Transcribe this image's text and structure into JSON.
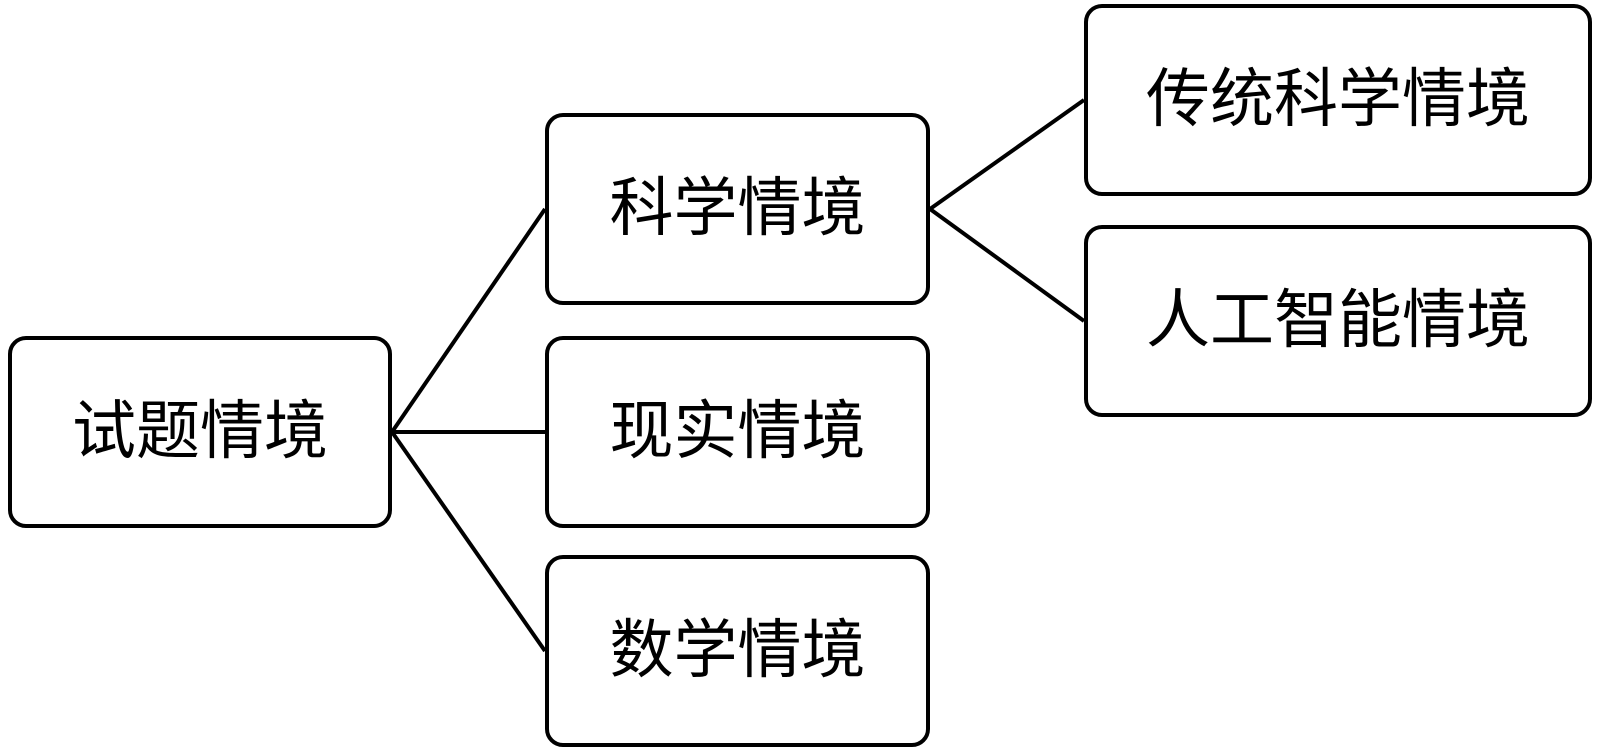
{
  "diagram": {
    "root": {
      "label": "试题情境"
    },
    "level1": [
      {
        "label": "科学情境"
      },
      {
        "label": "现实情境"
      },
      {
        "label": "数学情境"
      }
    ],
    "level2": [
      {
        "label": "传统科学情境"
      },
      {
        "label": "人工智能情境"
      }
    ],
    "edges": [
      {
        "from": "试题情境",
        "to": "科学情境"
      },
      {
        "from": "试题情境",
        "to": "现实情境"
      },
      {
        "from": "试题情境",
        "to": "数学情境"
      },
      {
        "from": "科学情境",
        "to": "传统科学情境"
      },
      {
        "from": "科学情境",
        "to": "人工智能情境"
      }
    ]
  }
}
